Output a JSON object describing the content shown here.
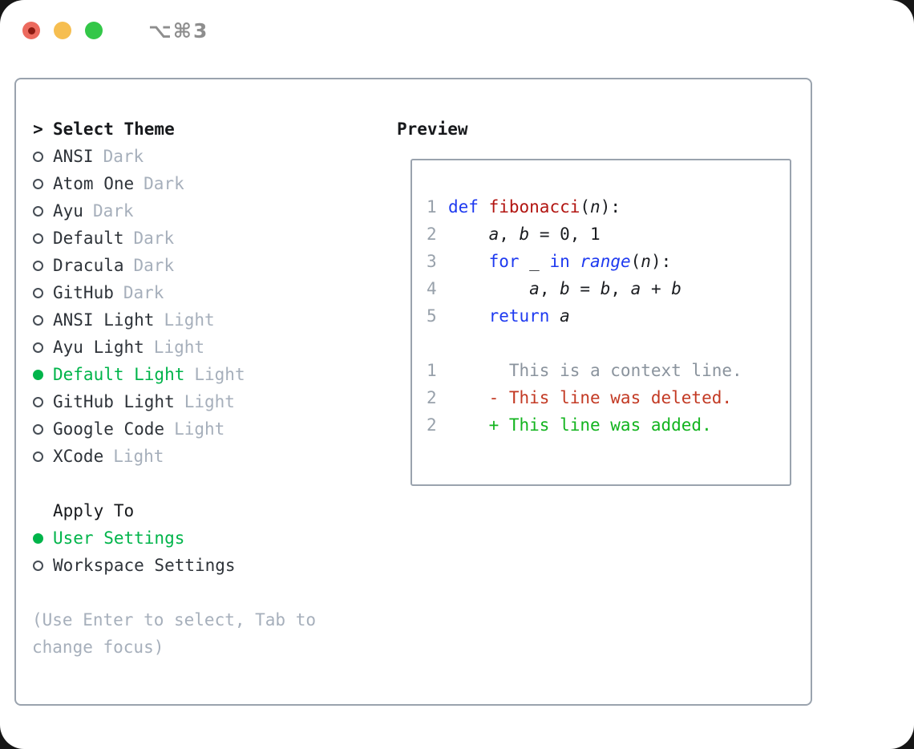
{
  "window": {
    "title_shortcut": "⌥⌘3",
    "traffic_lights": [
      "close",
      "minimize",
      "zoom"
    ]
  },
  "theme_panel": {
    "heading_marker": ">",
    "heading": "Select Theme",
    "themes": [
      {
        "name": "ANSI",
        "tag": "Dark",
        "selected": false
      },
      {
        "name": "Atom One",
        "tag": "Dark",
        "selected": false
      },
      {
        "name": "Ayu",
        "tag": "Dark",
        "selected": false
      },
      {
        "name": "Default",
        "tag": "Dark",
        "selected": false
      },
      {
        "name": "Dracula",
        "tag": "Dark",
        "selected": false
      },
      {
        "name": "GitHub",
        "tag": "Dark",
        "selected": false
      },
      {
        "name": "ANSI Light",
        "tag": "Light",
        "selected": false
      },
      {
        "name": "Ayu Light",
        "tag": "Light",
        "selected": false
      },
      {
        "name": "Default Light",
        "tag": "Light",
        "selected": true
      },
      {
        "name": "GitHub Light",
        "tag": "Light",
        "selected": false
      },
      {
        "name": "Google Code",
        "tag": "Light",
        "selected": false
      },
      {
        "name": "XCode",
        "tag": "Light",
        "selected": false
      }
    ],
    "apply_to": {
      "heading": "Apply To",
      "options": [
        {
          "label": "User Settings",
          "selected": true
        },
        {
          "label": "Workspace Settings",
          "selected": false
        }
      ]
    },
    "hint_lines": [
      "(Use Enter to select, Tab to",
      "change focus)"
    ]
  },
  "preview": {
    "heading": "Preview",
    "lines": [
      {
        "num": "1",
        "parts": [
          [
            "def",
            "kw"
          ],
          [
            " ",
            "txt"
          ],
          [
            "fibonacci",
            "fnc"
          ],
          [
            "(",
            "txt"
          ],
          [
            "n",
            "var"
          ],
          [
            "):",
            "txt"
          ]
        ]
      },
      {
        "num": "2",
        "parts": [
          [
            "    ",
            "txt"
          ],
          [
            "a",
            "var"
          ],
          [
            ", ",
            "txt"
          ],
          [
            "b",
            "var"
          ],
          [
            " = 0, 1",
            "txt"
          ]
        ]
      },
      {
        "num": "3",
        "parts": [
          [
            "    ",
            "txt"
          ],
          [
            "for",
            "kw"
          ],
          [
            " _ ",
            "txt"
          ],
          [
            "in",
            "kw"
          ],
          [
            " ",
            "txt"
          ],
          [
            "range",
            "kwi"
          ],
          [
            "(",
            "txt"
          ],
          [
            "n",
            "var"
          ],
          [
            "):",
            "txt"
          ]
        ]
      },
      {
        "num": "4",
        "parts": [
          [
            "        ",
            "txt"
          ],
          [
            "a",
            "var"
          ],
          [
            ", ",
            "txt"
          ],
          [
            "b",
            "var"
          ],
          [
            " = ",
            "txt"
          ],
          [
            "b",
            "var"
          ],
          [
            ", ",
            "txt"
          ],
          [
            "a",
            "var"
          ],
          [
            " + ",
            "txt"
          ],
          [
            "b",
            "var"
          ]
        ]
      },
      {
        "num": "5",
        "parts": [
          [
            "    ",
            "txt"
          ],
          [
            "return",
            "kw"
          ],
          [
            " ",
            "txt"
          ],
          [
            "a",
            "var"
          ]
        ]
      },
      {
        "num": "",
        "parts": []
      },
      {
        "num": "1",
        "parts": [
          [
            "      This is a context line.",
            "ctx"
          ]
        ]
      },
      {
        "num": "2",
        "parts": [
          [
            "    - This line was deleted.",
            "del"
          ]
        ]
      },
      {
        "num": "2",
        "parts": [
          [
            "    + This line was added.",
            "add"
          ]
        ]
      }
    ]
  },
  "colors": {
    "accent_green": "#00b44a",
    "keyword_blue": "#1e3af0",
    "function_red": "#b21511",
    "deleted_red": "#c33a24",
    "added_green": "#13b41f",
    "muted_gray": "#a6afbb",
    "line_number_gray": "#98a1ab",
    "context_gray": "#8a939d",
    "text_dark": "#2e3339",
    "heading_black": "#17191c",
    "panel_border": "#9aa3ae",
    "title_gray": "#8e8e8e",
    "traffic_red": "#ec6a5e",
    "traffic_red_dot": "#8c1a11",
    "traffic_yellow": "#f6be50",
    "traffic_green": "#33c748"
  }
}
